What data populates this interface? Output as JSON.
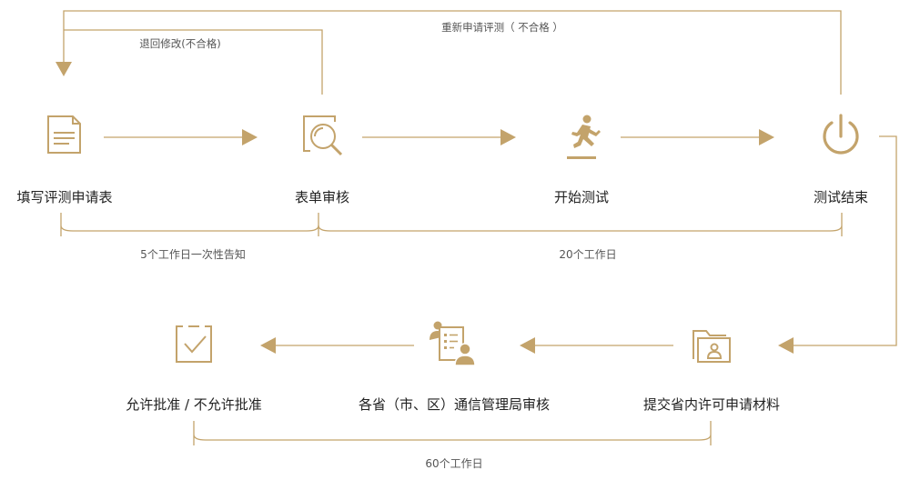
{
  "colors": {
    "accent": "#c3a36b",
    "text": "#222222",
    "muted": "#555555"
  },
  "top_row": [
    {
      "label": "填写评测申请表",
      "icon": "document-icon"
    },
    {
      "label": "表单审核",
      "icon": "magnifier-review-icon"
    },
    {
      "label": "开始测试",
      "icon": "running-person-icon"
    },
    {
      "label": "测试结束",
      "icon": "power-icon"
    }
  ],
  "bottom_row": [
    {
      "label": "允许批准 / 不允许批准",
      "icon": "checklist-icon"
    },
    {
      "label": "各省（市、区）通信管理局审核",
      "icon": "official-review-icon"
    },
    {
      "label": "提交省内许可申请材料",
      "icon": "folder-user-icon"
    }
  ],
  "durations": {
    "review_notice": "5个工作日一次性告知",
    "testing": "20个工作日",
    "approval": "60个工作日"
  },
  "loops": {
    "return_modify": "退回修改(不合格)",
    "reapply": "重新申请评测（ 不合格 ）"
  }
}
